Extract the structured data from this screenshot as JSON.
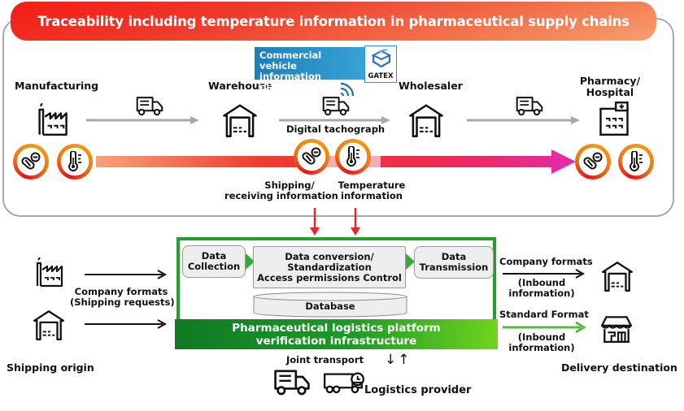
{
  "title": "Traceability including temperature information in pharmaceutical supply chains",
  "colors": {
    "title_start": "#f41c14",
    "title_end": "#f6a070",
    "platform_green": "#22a02a",
    "standard_arrow": "#5cb840",
    "data_arrow": "#e8242a",
    "flow_arrow_end": "#e62aa0",
    "gatex_blue": "#1f7fb8"
  },
  "supply_chain": {
    "stages": [
      {
        "id": "manufacturing",
        "label": "Manufacturing",
        "icon": "factory-icon"
      },
      {
        "id": "warehouse",
        "label": "Warehouse",
        "icon": "warehouse-icon"
      },
      {
        "id": "wholesaler",
        "label": "Wholesaler",
        "icon": "warehouse-icon"
      },
      {
        "id": "pharmacy",
        "label": "Pharmacy/\nHospital",
        "label_line1": "Pharmacy/",
        "label_line2": "Hospital",
        "icon": "hospital-icon"
      }
    ],
    "transport_icon": "truck-icon",
    "digital_tachograph": "Digital tachograph",
    "gatex": {
      "platform_line1": "Commercial vehicle",
      "platform_line2": "information platform",
      "logo_text": "GATEX"
    },
    "info_labels": {
      "shipping_line1": "Shipping/",
      "shipping_line2": "receiving information",
      "temperature_line1": "Temperature",
      "temperature_line2": "information"
    },
    "info_icons": [
      "medicine-icon",
      "thermometer-icon"
    ]
  },
  "platform": {
    "steps": [
      {
        "line1": "Data",
        "line2": "Collection"
      },
      {
        "line1": "Data conversion/",
        "line2": "Standardization",
        "line3": "Access permissions Control"
      },
      {
        "line1": "Data",
        "line2": "Transmission"
      }
    ],
    "database": "Database",
    "name_line1": "Pharmaceutical logistics platform",
    "name_line2": "verification infrastructure"
  },
  "inputs": {
    "label_line1": "Company formats",
    "label_line2": "(Shipping requests)",
    "origin": "Shipping origin"
  },
  "outputs": {
    "company": {
      "label": "Company formats",
      "sub_line1": "(Inbound",
      "sub_line2": "information)"
    },
    "standard": {
      "label": "Standard Format",
      "sub_line1": "(Inbound",
      "sub_line2": "information)"
    },
    "destination": "Delivery destination"
  },
  "logistics": {
    "joint_transport": "Joint transport",
    "provider": "Logistics provider",
    "exchange_arrows": "↓↑"
  }
}
